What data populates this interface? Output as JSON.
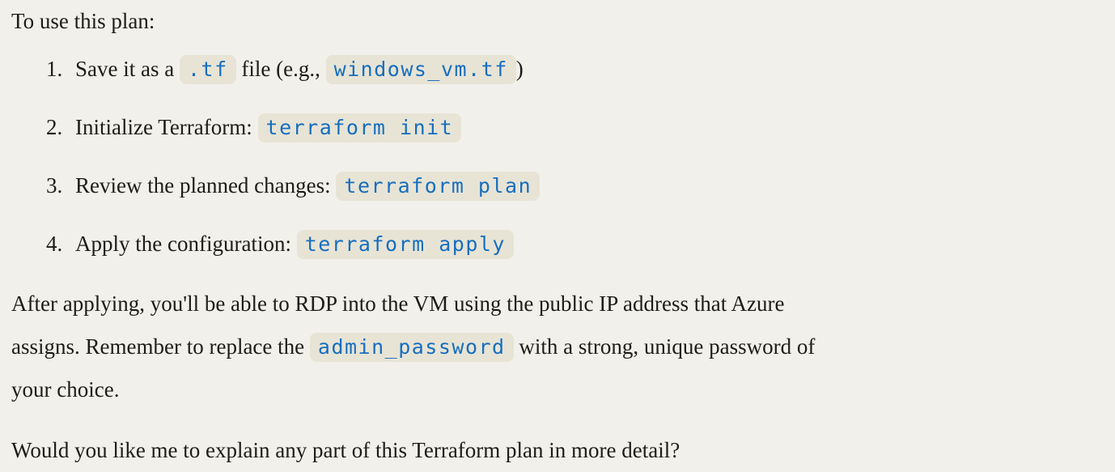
{
  "colors": {
    "background": "#f2f0ea",
    "text": "#1d1c18",
    "inline_code_text": "#176ebe",
    "inline_code_background": "#e7e4d6"
  },
  "message": {
    "intro": "To use this plan:",
    "steps": [
      {
        "marker": "1.",
        "segments": [
          {
            "t": "text",
            "v": "Save it as a "
          },
          {
            "t": "code",
            "v": ".tf"
          },
          {
            "t": "text",
            "v": " file (e.g., "
          },
          {
            "t": "code",
            "v": "windows_vm.tf"
          },
          {
            "t": "text",
            "v": ")"
          }
        ]
      },
      {
        "marker": "2.",
        "segments": [
          {
            "t": "text",
            "v": "Initialize Terraform: "
          },
          {
            "t": "code",
            "v": "terraform init"
          }
        ]
      },
      {
        "marker": "3.",
        "segments": [
          {
            "t": "text",
            "v": "Review the planned changes: "
          },
          {
            "t": "code",
            "v": "terraform plan"
          }
        ]
      },
      {
        "marker": "4.",
        "segments": [
          {
            "t": "text",
            "v": "Apply the configuration: "
          },
          {
            "t": "code",
            "v": "terraform apply"
          }
        ]
      }
    ],
    "after_segments": [
      {
        "t": "text",
        "v": "After applying, you'll be able to RDP into the VM using the public IP address that Azure"
      },
      {
        "t": "br"
      },
      {
        "t": "text",
        "v": "assigns. Remember to replace the "
      },
      {
        "t": "code",
        "v": "admin_password"
      },
      {
        "t": "text",
        "v": " with a strong, unique password of"
      },
      {
        "t": "br"
      },
      {
        "t": "text",
        "v": "your choice."
      }
    ],
    "closing": "Would you like me to explain any part of this Terraform plan in more detail?"
  }
}
